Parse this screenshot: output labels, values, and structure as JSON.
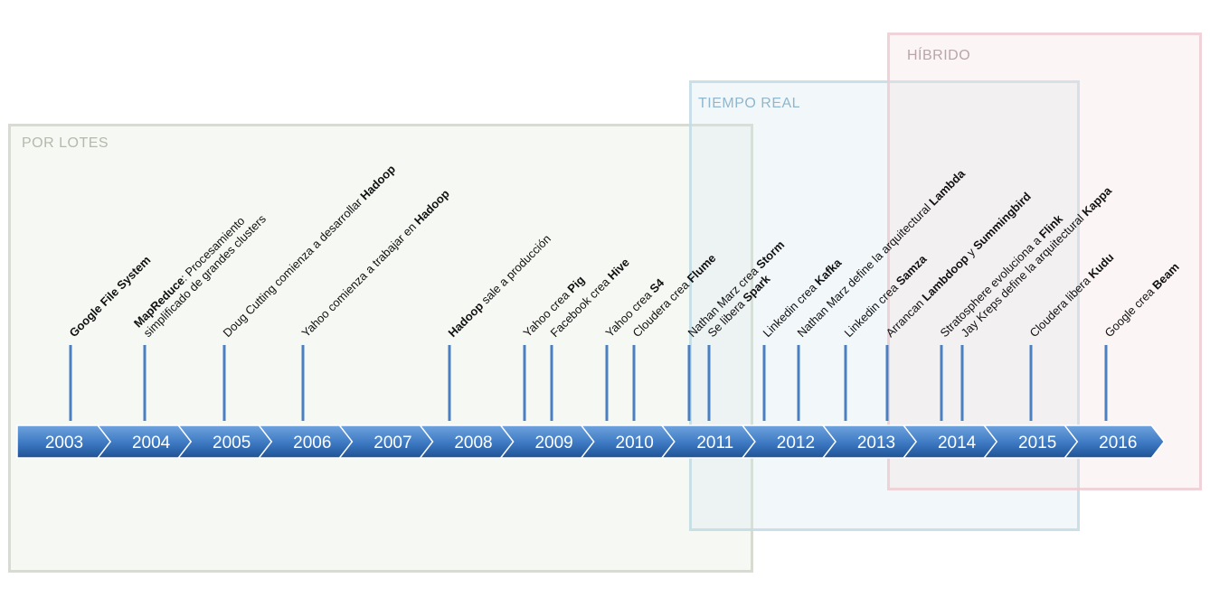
{
  "regions": {
    "batch": "POR LOTES",
    "realtime": "TIEMPO REAL",
    "hybrid": "HÍBRIDO"
  },
  "years": [
    "2003",
    "2004",
    "2005",
    "2006",
    "2007",
    "2008",
    "2009",
    "2010",
    "2011",
    "2012",
    "2013",
    "2014",
    "2015",
    "2016"
  ],
  "events": [
    {
      "id": "gfs",
      "year": "2003",
      "lines": [
        [
          {
            "t": "Google File System",
            "b": true
          }
        ]
      ]
    },
    {
      "id": "mapreduce",
      "year": "2004",
      "lines": [
        [
          {
            "t": "MapReduce",
            "b": true
          },
          {
            "t": ": Procesamiento"
          }
        ],
        [
          {
            "t": "simplificado de grandes clusters"
          }
        ]
      ]
    },
    {
      "id": "cutting",
      "year": "2005",
      "lines": [
        [
          {
            "t": "Doug Cutting comienza a desarrollar "
          },
          {
            "t": "Hadoop",
            "b": true
          }
        ]
      ]
    },
    {
      "id": "yahoo-hadoop",
      "year": "2006",
      "lines": [
        [
          {
            "t": "Yahoo comienza a trabajar en "
          },
          {
            "t": "Hadoop",
            "b": true
          }
        ]
      ]
    },
    {
      "id": "hadoop-prod",
      "year": "2008",
      "lines": [
        [
          {
            "t": "Hadoop",
            "b": true
          },
          {
            "t": " sale a producción"
          }
        ]
      ]
    },
    {
      "id": "pig",
      "year": "2009",
      "lines": [
        [
          {
            "t": "Yahoo crea "
          },
          {
            "t": "Pig",
            "b": true
          }
        ]
      ]
    },
    {
      "id": "hive",
      "year": "2009",
      "lines": [
        [
          {
            "t": "Facebook crea "
          },
          {
            "t": "Hive",
            "b": true
          }
        ]
      ]
    },
    {
      "id": "s4",
      "year": "2010",
      "lines": [
        [
          {
            "t": "Yahoo crea "
          },
          {
            "t": "S4",
            "b": true
          }
        ]
      ]
    },
    {
      "id": "flume",
      "year": "2010",
      "lines": [
        [
          {
            "t": "Cloudera crea "
          },
          {
            "t": "Flume",
            "b": true
          }
        ]
      ]
    },
    {
      "id": "storm",
      "year": "2011",
      "lines": [
        [
          {
            "t": "Nathan Marz crea "
          },
          {
            "t": "Storm",
            "b": true
          }
        ]
      ]
    },
    {
      "id": "spark",
      "year": "2011",
      "lines": [
        [
          {
            "t": "Se libera "
          },
          {
            "t": "Spark",
            "b": true
          }
        ]
      ]
    },
    {
      "id": "kafka",
      "year": "2012",
      "lines": [
        [
          {
            "t": "Linkedin crea "
          },
          {
            "t": "Kafka",
            "b": true
          }
        ]
      ]
    },
    {
      "id": "lambda",
      "year": "2012",
      "lines": [
        [
          {
            "t": "Nathan Marz define la arquitectural "
          },
          {
            "t": "Lambda",
            "b": true
          }
        ]
      ]
    },
    {
      "id": "samza",
      "year": "2013",
      "lines": [
        [
          {
            "t": "Linkedin crea "
          },
          {
            "t": "Samza",
            "b": true
          }
        ]
      ]
    },
    {
      "id": "lambdoop",
      "year": "2013",
      "lines": [
        [
          {
            "t": "Arrancan "
          },
          {
            "t": "Lambdoop",
            "b": true
          },
          {
            "t": " y "
          },
          {
            "t": "Summingbird",
            "b": true
          }
        ]
      ]
    },
    {
      "id": "flink",
      "year": "2014",
      "lines": [
        [
          {
            "t": "Stratosphere evoluciona a "
          },
          {
            "t": "Flink",
            "b": true
          }
        ]
      ]
    },
    {
      "id": "kappa",
      "year": "2014",
      "lines": [
        [
          {
            "t": "Jay Kreps define la arquitectural "
          },
          {
            "t": "Kappa",
            "b": true
          }
        ]
      ]
    },
    {
      "id": "kudu",
      "year": "2015",
      "lines": [
        [
          {
            "t": "Cloudera libera "
          },
          {
            "t": "Kudu",
            "b": true
          }
        ]
      ]
    },
    {
      "id": "beam",
      "year": "2016",
      "lines": [
        [
          {
            "t": "Google crea "
          },
          {
            "t": "Beam",
            "b": true
          }
        ]
      ]
    }
  ],
  "colors": {
    "arrow_top": "#6fa3de",
    "arrow_mid": "#3c78c2",
    "arrow_bottom": "#1f5294",
    "tick": "#4a7fc1",
    "text": "#111111"
  }
}
